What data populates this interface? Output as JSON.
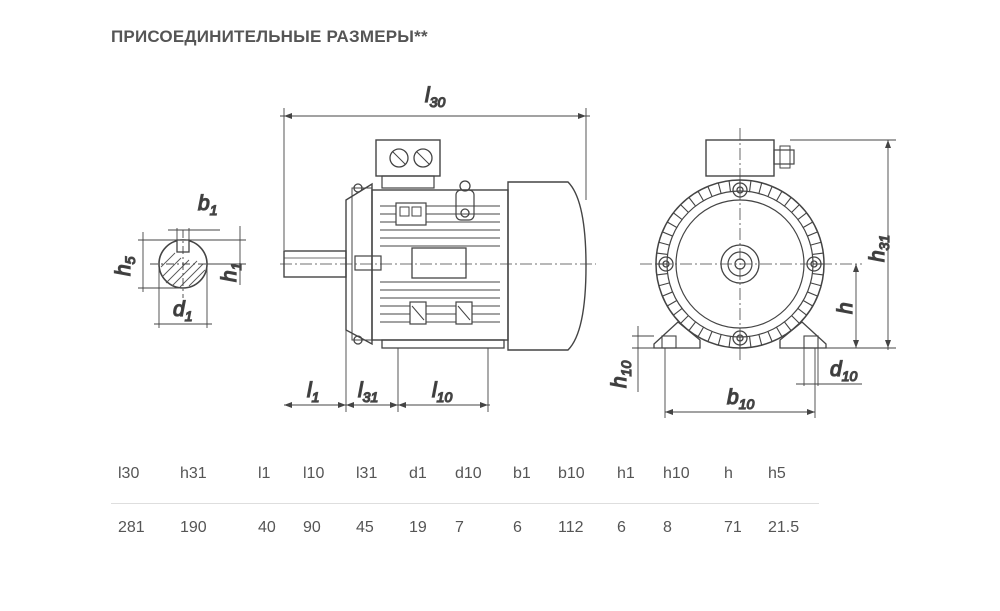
{
  "title": "ПРИСОЕДИНИТЕЛЬНЫЕ РАЗМЕРЫ**",
  "drawing_labels": {
    "l30": {
      "base": "l",
      "sub": "30"
    },
    "b1": {
      "base": "b",
      "sub": "1"
    },
    "h5": {
      "base": "h",
      "sub": "5"
    },
    "h1": {
      "base": "h",
      "sub": "1"
    },
    "d1": {
      "base": "d",
      "sub": "1"
    },
    "l1": {
      "base": "l",
      "sub": "1"
    },
    "l31": {
      "base": "l",
      "sub": "31"
    },
    "l10": {
      "base": "l",
      "sub": "10"
    },
    "h31": {
      "base": "h",
      "sub": "31"
    },
    "h": {
      "base": "h",
      "sub": ""
    },
    "h10": {
      "base": "h",
      "sub": "10"
    },
    "d10": {
      "base": "d",
      "sub": "10"
    },
    "b10": {
      "base": "b",
      "sub": "10"
    }
  },
  "table": {
    "headers": [
      "l30",
      "h31",
      "l1",
      "l10",
      "l31",
      "d1",
      "d10",
      "b1",
      "b10",
      "h1",
      "h10",
      "h",
      "h5"
    ],
    "values": [
      "281",
      "190",
      "40",
      "90",
      "45",
      "19",
      "7",
      "6",
      "112",
      "6",
      "8",
      "71",
      "21.5"
    ]
  }
}
